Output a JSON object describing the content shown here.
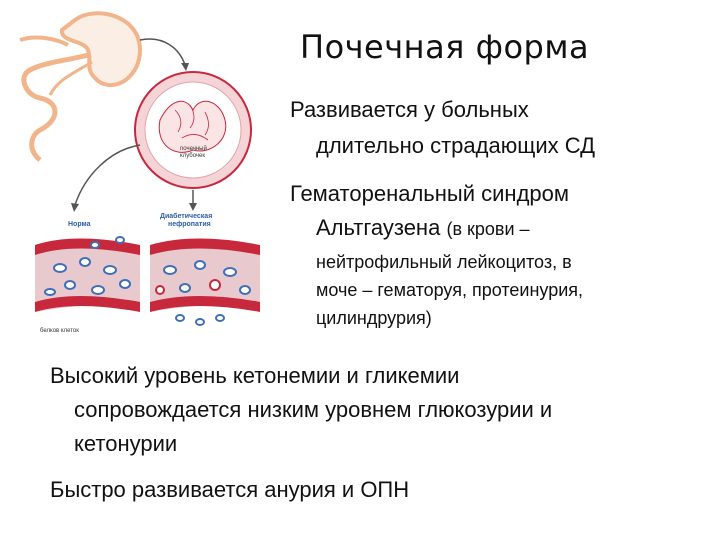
{
  "slide": {
    "title": "Почечная форма",
    "bullet1_line1": "Развивается у больных",
    "bullet1_line2": "длительно страдающих СД",
    "bullet2_line1": "Гематоренальный синдром",
    "bullet2_line2_main": "Альтгаузена",
    "bullet2_line2_paren": "(в крови –",
    "bullet2_line3": "нейтрофильный лейкоцитоз, в",
    "bullet2_line4": "моче – гематоруя, протеинурия,",
    "bullet2_line5": "цилиндрурия)",
    "bullet3_line1": "Высокий уровень кетонемии и гликемии",
    "bullet3_line2": "сопровождается низким уровнем глюкозурии и",
    "bullet3_line3": "кетонурии",
    "bullet4_line1": "Быстро развивается анурия и ОПН"
  },
  "illustration": {
    "glomerulus_label_1": "почечный",
    "glomerulus_label_2": "клубочек",
    "normal_label": "Норма",
    "nephropathy_label_1": "Диабетическая",
    "nephropathy_label_2": "нефропатия",
    "caption": "белков клеток"
  },
  "colors": {
    "kidney_orange": "#f2b48a",
    "vessel_red": "#c8283c",
    "cell_blue": "#3f6fb6",
    "circle_bg": "#fbe4e6",
    "arrow_gray": "#555555"
  }
}
